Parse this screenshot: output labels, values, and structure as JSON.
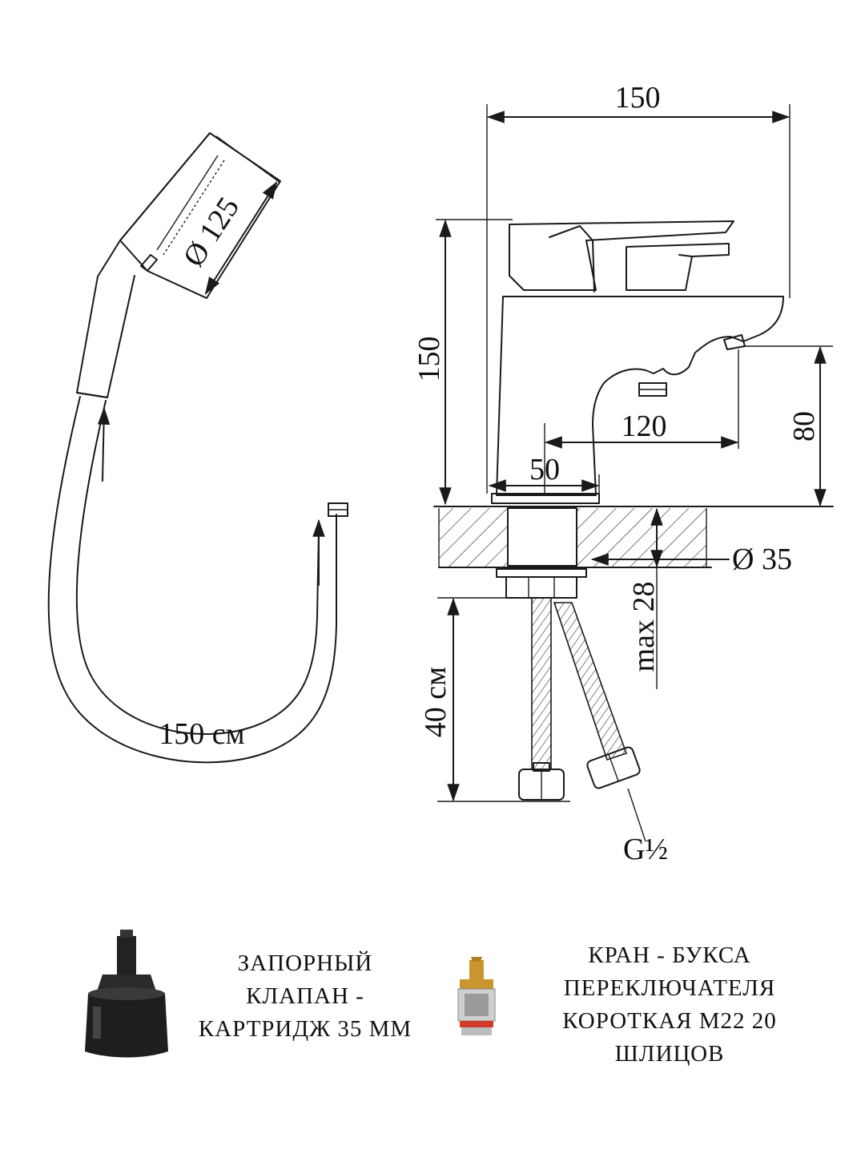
{
  "dimensions": {
    "top_width": "150",
    "height": "150",
    "head_diameter": "Ø 125",
    "spout_reach": "120",
    "spout_height": "80",
    "base_width": "50",
    "mount_hole": "Ø 35",
    "max_thickness": "max 28",
    "supply_hose_length": "40 см",
    "shower_hose_length": "150 см",
    "thread": "G½"
  },
  "parts": {
    "cartridge": {
      "icon": "cartridge-icon",
      "lines": [
        "ЗАПОРНЫЙ",
        "КЛАПАН -",
        "КАРТРИДЖ 35 ММ"
      ]
    },
    "switch_valve": {
      "icon": "brass-valve-icon",
      "lines": [
        "КРАН - БУКСА",
        "ПЕРЕКЛЮЧАТЕЛЯ",
        "КОРОТКАЯ М22 20",
        "ШЛИЦОВ"
      ]
    }
  },
  "colors": {
    "line": "#1a1a1a",
    "background": "#ffffff",
    "brass": "#c9952e",
    "cartridge": "#222222"
  }
}
